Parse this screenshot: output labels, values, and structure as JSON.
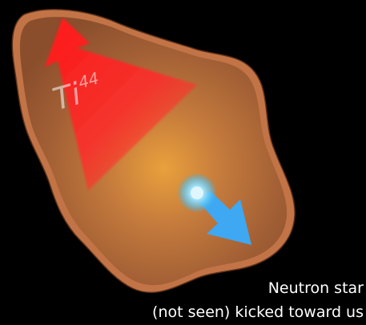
{
  "labels": {
    "element": "Ti",
    "mass_number": "44",
    "caption_line1": "Neutron star",
    "caption_line2": "(not seen) kicked toward us"
  },
  "colors": {
    "background": "#000000",
    "remnant_fill": "#a8643a",
    "remnant_edge": "#c27446",
    "remnant_glow": "#e8a040",
    "ti_arrow": "#ff2424",
    "neutron_star": "#a6e6ff",
    "kick_arrow": "#3ea8f2",
    "text": "#ffffff"
  },
  "icons": {
    "ti_arrow": "arrow-up-left",
    "kick_arrow": "arrow-down-right",
    "neutron_star": "glowing-dot"
  }
}
